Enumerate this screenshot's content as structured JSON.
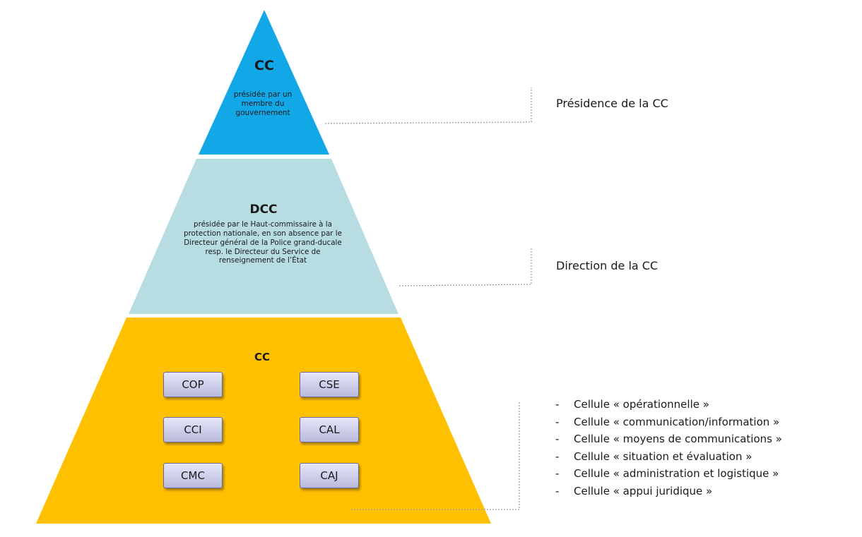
{
  "colors": {
    "top_tier": "#12a7e6",
    "middle_tier": "#b7dde3",
    "bottom_tier": "#ffc000",
    "connector": "#9aa3aa"
  },
  "tiers": {
    "top": {
      "title": "CC",
      "description": "présidée par un membre du gouvernement",
      "side_label": "Présidence de la CC"
    },
    "middle": {
      "title": "DCC",
      "description": "présidée par le Haut-commissaire à la protection nationale, en son absence par le Directeur général de la Police grand-ducale resp. le Directeur du Service de renseignement de l’État",
      "side_label": "Direction de la CC"
    },
    "bottom": {
      "title": "CC",
      "cells": [
        "COP",
        "CSE",
        "CCI",
        "CAL",
        "CMC",
        "CAJ"
      ],
      "list_marker": "-",
      "list": [
        "Cellule « opérationnelle »",
        "Cellule « communication/information »",
        "Cellule « moyens de communications »",
        "Cellule « situation et évaluation »",
        "Cellule « administration et logistique »",
        "Cellule « appui juridique »"
      ]
    }
  }
}
